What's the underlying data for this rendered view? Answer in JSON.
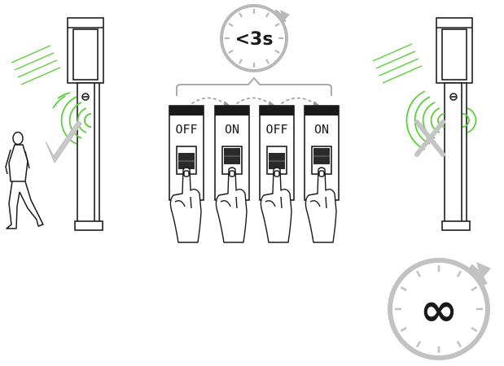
{
  "timer_short": {
    "label": "<3s"
  },
  "timer_infinite": {
    "label": "∞"
  },
  "switches": [
    {
      "label": "OFF",
      "state": "off"
    },
    {
      "label": "ON",
      "state": "on"
    },
    {
      "label": "OFF",
      "state": "off"
    },
    {
      "label": "ON",
      "state": "on"
    }
  ],
  "icons": {
    "check": "check-icon",
    "cross": "cross-icon",
    "person": "walking-person-icon",
    "hand": "hand-pressing-icon",
    "light": "light-rays-icon",
    "waves": "motion-sensor-waves-icon",
    "timer": "stopwatch-icon"
  },
  "colors": {
    "accent_green": "#5cd03a",
    "timer_gray": "#b8b8b8",
    "dash_gray": "#9a9a9a",
    "line": "#1a1a1a"
  }
}
